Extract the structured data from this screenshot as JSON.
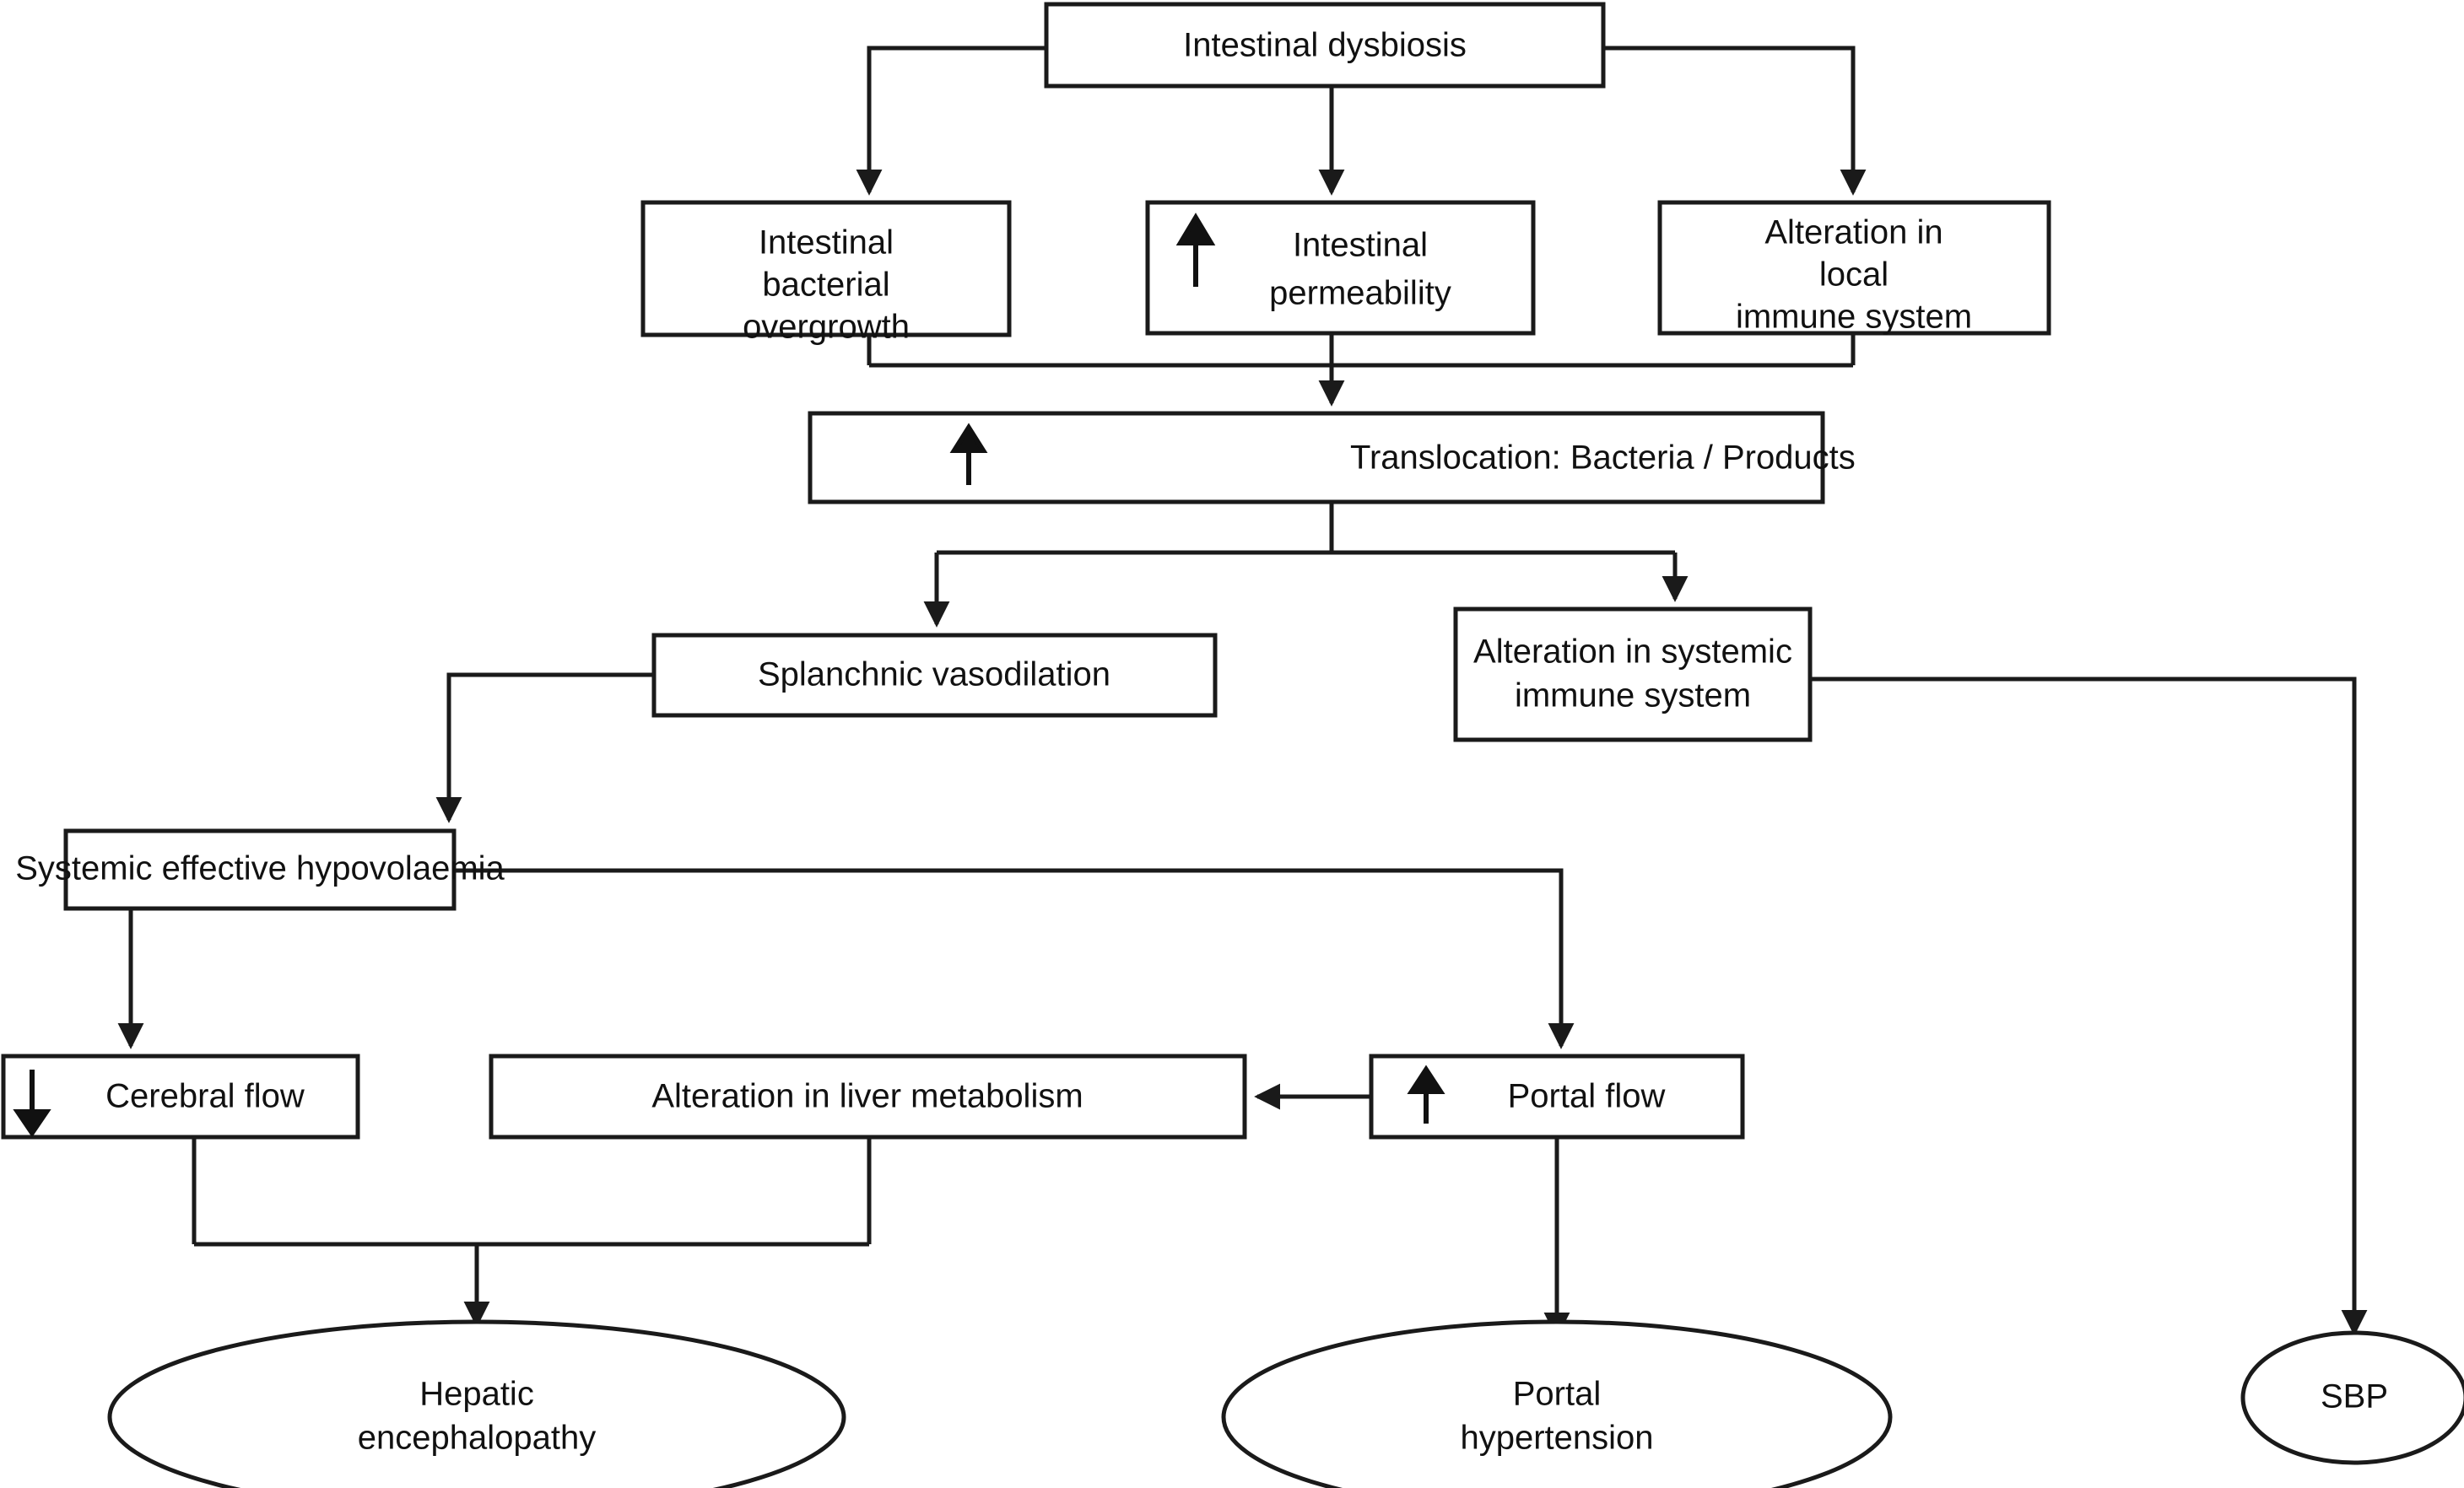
{
  "diagram": {
    "title": "Pathophysiological cascade of intestinal dysbiosis in cirrhosis",
    "type": "flowchart",
    "background_color": "#ffffff",
    "line_color": "#1a1a1a",
    "text_color": "#111111",
    "nodes": [
      {
        "id": "intestinal-dysbiosis",
        "shape": "rectangle",
        "lines": [
          "Intestinal dysbiosis"
        ],
        "modifier": "none"
      },
      {
        "id": "intestinal-bacterial-overgrowth",
        "shape": "rectangle",
        "lines": [
          "Intestinal",
          "bacterial",
          "overgrowth"
        ],
        "modifier": "none"
      },
      {
        "id": "intestinal-permeability",
        "shape": "rectangle",
        "lines": [
          "Intestinal",
          "permeability"
        ],
        "modifier": "increase"
      },
      {
        "id": "alteration-local-immune-system",
        "shape": "rectangle",
        "lines": [
          "Alteration in",
          "local",
          "immune system"
        ],
        "modifier": "none"
      },
      {
        "id": "translocation",
        "shape": "rectangle",
        "lines": [
          "Translocation: Bacteria / Products"
        ],
        "modifier": "increase"
      },
      {
        "id": "splanchnic-vasodilation",
        "shape": "rectangle",
        "lines": [
          "Splanchnic vasodilation"
        ],
        "modifier": "none"
      },
      {
        "id": "alteration-systemic-immune-system",
        "shape": "rectangle",
        "lines": [
          "Alteration in systemic",
          "immune system"
        ],
        "modifier": "none"
      },
      {
        "id": "systemic-effective-hypovolaemia",
        "shape": "rectangle",
        "lines": [
          "Systemic effective hypovolaemia"
        ],
        "modifier": "none"
      },
      {
        "id": "cerebral-flow",
        "shape": "rectangle",
        "lines": [
          "Cerebral flow"
        ],
        "modifier": "decrease"
      },
      {
        "id": "alteration-liver-metabolism",
        "shape": "rectangle",
        "lines": [
          "Alteration in liver metabolism"
        ],
        "modifier": "none"
      },
      {
        "id": "portal-flow",
        "shape": "rectangle",
        "lines": [
          "Portal flow"
        ],
        "modifier": "increase"
      },
      {
        "id": "hepatic-encephalopathy",
        "shape": "ellipse",
        "lines": [
          "Hepatic",
          "encephalopathy"
        ],
        "modifier": "none"
      },
      {
        "id": "portal-hypertension",
        "shape": "ellipse",
        "lines": [
          "Portal",
          "hypertension"
        ],
        "modifier": "none"
      },
      {
        "id": "sbp",
        "shape": "ellipse",
        "lines": [
          "SBP"
        ],
        "modifier": "none"
      }
    ],
    "edges": [
      {
        "from": "intestinal-dysbiosis",
        "to": "intestinal-bacterial-overgrowth"
      },
      {
        "from": "intestinal-dysbiosis",
        "to": "intestinal-permeability"
      },
      {
        "from": "intestinal-dysbiosis",
        "to": "alteration-local-immune-system"
      },
      {
        "from": "intestinal-bacterial-overgrowth",
        "to": "translocation"
      },
      {
        "from": "intestinal-permeability",
        "to": "translocation"
      },
      {
        "from": "alteration-local-immune-system",
        "to": "translocation"
      },
      {
        "from": "translocation",
        "to": "splanchnic-vasodilation"
      },
      {
        "from": "translocation",
        "to": "alteration-systemic-immune-system"
      },
      {
        "from": "splanchnic-vasodilation",
        "to": "systemic-effective-hypovolaemia"
      },
      {
        "from": "systemic-effective-hypovolaemia",
        "to": "cerebral-flow"
      },
      {
        "from": "systemic-effective-hypovolaemia",
        "to": "portal-flow"
      },
      {
        "from": "portal-flow",
        "to": "alteration-liver-metabolism"
      },
      {
        "from": "portal-flow",
        "to": "portal-hypertension"
      },
      {
        "from": "cerebral-flow",
        "to": "hepatic-encephalopathy"
      },
      {
        "from": "alteration-liver-metabolism",
        "to": "hepatic-encephalopathy"
      },
      {
        "from": "alteration-systemic-immune-system",
        "to": "sbp"
      }
    ]
  },
  "labels": {
    "intestinal_dysbiosis": "Intestinal dysbiosis",
    "ibo_line1": "Intestinal",
    "ibo_line2": "bacterial",
    "ibo_line3": "overgrowth",
    "perm_line1": "Intestinal",
    "perm_line2": "permeability",
    "local_line1": "Alteration in",
    "local_line2": "local",
    "local_line3": "immune system",
    "translocation": "Translocation: Bacteria / Products",
    "splanchnic": "Splanchnic vasodilation",
    "systemic_line1": "Alteration in systemic",
    "systemic_line2": "immune system",
    "hypovolaemia": "Systemic effective hypovolaemia",
    "cerebral_flow": "Cerebral flow",
    "liver_metabolism": "Alteration in liver metabolism",
    "portal_flow": "Portal flow",
    "he_line1": "Hepatic",
    "he_line2": "encephalopathy",
    "ph_line1": "Portal",
    "ph_line2": "hypertension",
    "sbp": "SBP"
  }
}
